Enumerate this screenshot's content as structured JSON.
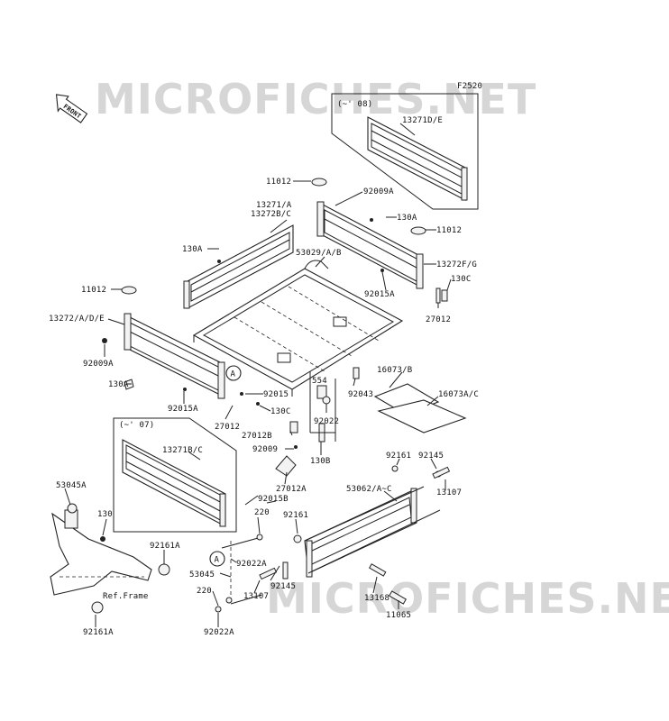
{
  "diagram_code": "F2520",
  "watermark": "MICROFICHES.NET",
  "front_indicator": "FRONT",
  "ref_frame": "Ref.Frame",
  "callouts": {
    "upto08": "(~' 08)",
    "upto07": "(~' 07)",
    "circle_a": "A"
  },
  "labels": {
    "p13271DE": "13271D/E",
    "p11012_top": "11012",
    "p92009A_top": "92009A",
    "p13271A": "13271/A",
    "p13272BC": "13272B/C",
    "p130A_top": "130A",
    "p11012_right": "11012",
    "p130A_left": "130A",
    "p53029AB": "53029/A/B",
    "p13272FG": "13272F/G",
    "p11012_left": "11012",
    "p92015A_mid": "92015A",
    "p130C_right": "130C",
    "p13272ADE": "13272/A/D/E",
    "p27012_right": "27012",
    "p92009A_left": "92009A",
    "p16073B": "16073/B",
    "p130A_bottom": "130A",
    "p92015": "92015",
    "p554": "554",
    "p92043": "92043",
    "p16073AC": "16073A/C",
    "p92015A_left": "92015A",
    "p130C_mid": "130C",
    "p92022": "92022",
    "p27012_mid": "27012",
    "p27012B": "27012B",
    "p92009": "92009",
    "p130B": "130B",
    "p92161_top": "92161",
    "p92145_top": "92145",
    "p13271BC": "13271B/C",
    "p27012A": "27012A",
    "p53062AC": "53062/A~C",
    "p13107_right": "13107",
    "p53045A": "53045A",
    "p92015B": "92015B",
    "p220_top": "220",
    "p92161_mid": "92161",
    "p130": "130",
    "p92161A_mid": "92161A",
    "p92022A_top": "92022A",
    "p53045": "53045",
    "p92145_low": "92145",
    "p13107_low": "13107",
    "p13168": "13168",
    "p220_low": "220",
    "p11065": "11065",
    "p92161A_bottom": "92161A",
    "p92022A_bottom": "92022A"
  }
}
